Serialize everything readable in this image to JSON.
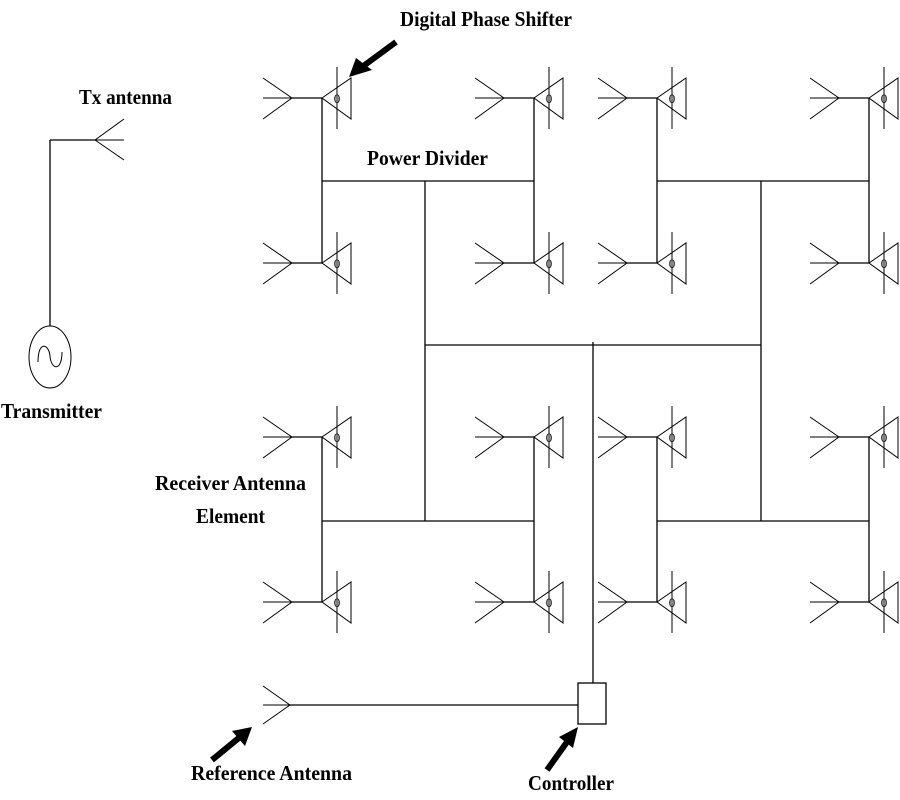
{
  "diagram": {
    "title": "Phased array receiver with digital phase shifters",
    "labels": {
      "digital_phase_shifter": "Digital Phase Shifter",
      "tx_antenna": "Tx antenna",
      "power_divider": "Power Divider",
      "transmitter": "Transmitter",
      "receiver_antenna_element_line1": "Receiver Antenna",
      "receiver_antenna_element_line2": "Element",
      "reference_antenna": "Reference Antenna",
      "controller": "Controller"
    },
    "phase_shifter_symbol": "0",
    "array": {
      "rows": 4,
      "columns": 4,
      "element_count": 16,
      "element_type": "receiver antenna element with digital phase shifter"
    },
    "feed_network": "H-tree power divider",
    "icons": {
      "transmitter": "ac-source-icon",
      "antenna": "antenna-icon",
      "phase_shifter": "phase-shifter-icon",
      "controller": "controller-box",
      "callout": "arrow-icon"
    },
    "colors": {
      "line": "#000000",
      "background": "#ffffff"
    }
  }
}
